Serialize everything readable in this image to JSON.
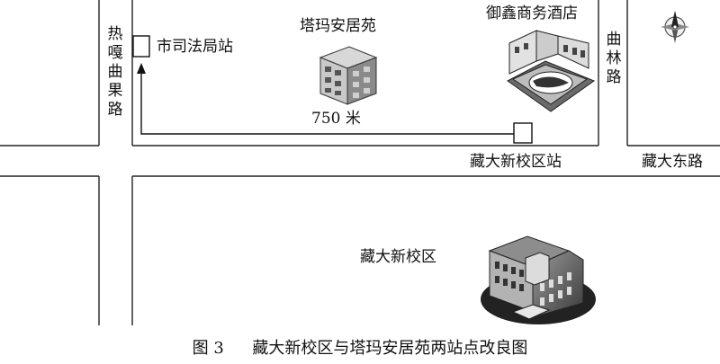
{
  "roads": {
    "recaoguo": "热嘎曲果路",
    "qulin": "曲林路",
    "zangda_east": "藏大东路"
  },
  "stops": {
    "sifaju": "市司法局站",
    "zangda_new_campus": "藏大新校区站"
  },
  "places": {
    "tama_anjuyuan": "塔玛安居苑",
    "yuxin_hotel": "御鑫商务酒店",
    "zangda_new_campus": "藏大新校区"
  },
  "route": {
    "distance": "750 米"
  },
  "icons": {
    "compass": "compass-rose-icon"
  },
  "caption": {
    "number": "图 3",
    "title": "藏大新校区与塔玛安居苑两站点改良图"
  }
}
